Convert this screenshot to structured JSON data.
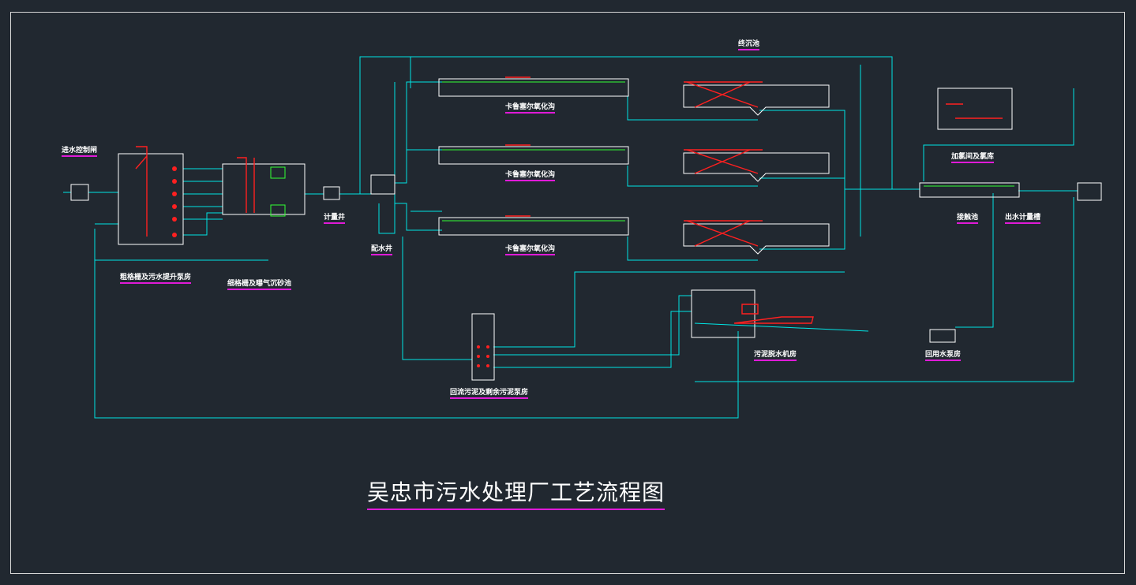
{
  "drawing": {
    "title": "吴忠市污水处理厂工艺流程图",
    "colors": {
      "background": "#212830",
      "pipe": "#00e5e5",
      "equipment": "#ff2020",
      "annotation": "#ff33ff",
      "structure": "#ffffff",
      "accent_green": "#33ff33"
    }
  },
  "units": {
    "inlet_gate": "进水控制闸",
    "coarse_screen": "粗格栅及污水提升泵房",
    "fine_screen": "细格栅及曝气沉砂池",
    "meter_well_1": "计量井",
    "distribution_well": "配水井",
    "oxidation_ditch_1": "卡鲁塞尔氧化沟",
    "oxidation_ditch_2": "卡鲁塞尔氧化沟",
    "oxidation_ditch_3": "卡鲁塞尔氧化沟",
    "final_clarifier": "终沉池",
    "chlorination": "加氯间及氯库",
    "contact_tank": "接触池",
    "outlet_meter": "出水计量槽",
    "return_sludge_pump": "回流污泥及剩余污泥泵房",
    "dewatering": "污泥脱水机房",
    "reuse_pump": "回用水泵房"
  }
}
